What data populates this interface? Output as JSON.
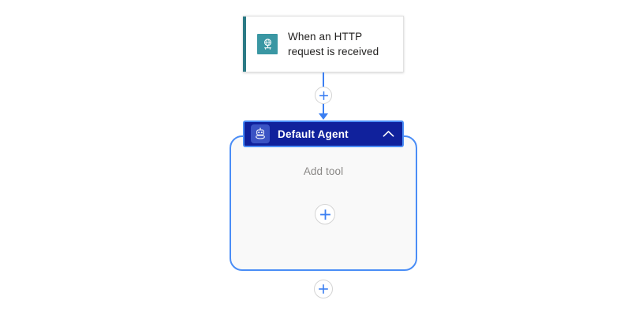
{
  "canvas": {
    "background_color": "#ffffff"
  },
  "trigger": {
    "title": "When an HTTP\nrequest is received",
    "title_line1": "When an HTTP",
    "title_line2": "request is received",
    "icon": "http-request-globe-icon",
    "accent_color": "#2b7a85",
    "icon_background": "#3a97a3",
    "card_background": "#ffffff"
  },
  "connectors": {
    "line_color": "#3b7ff2",
    "add_between_label": "+",
    "add_between_icon": "plus-icon",
    "add_bottom_icon": "plus-icon"
  },
  "agent": {
    "title": "Default Agent",
    "icon": "robot-agent-icon",
    "collapse_icon": "chevron-up-icon",
    "header_background": "#10219c",
    "header_border": "#4a8df6",
    "icon_background": "#3a53c4",
    "container_background": "#f9f9f9",
    "container_border": "#4a8df6",
    "empty_state_label": "Add tool",
    "add_tool_icon": "plus-icon"
  }
}
